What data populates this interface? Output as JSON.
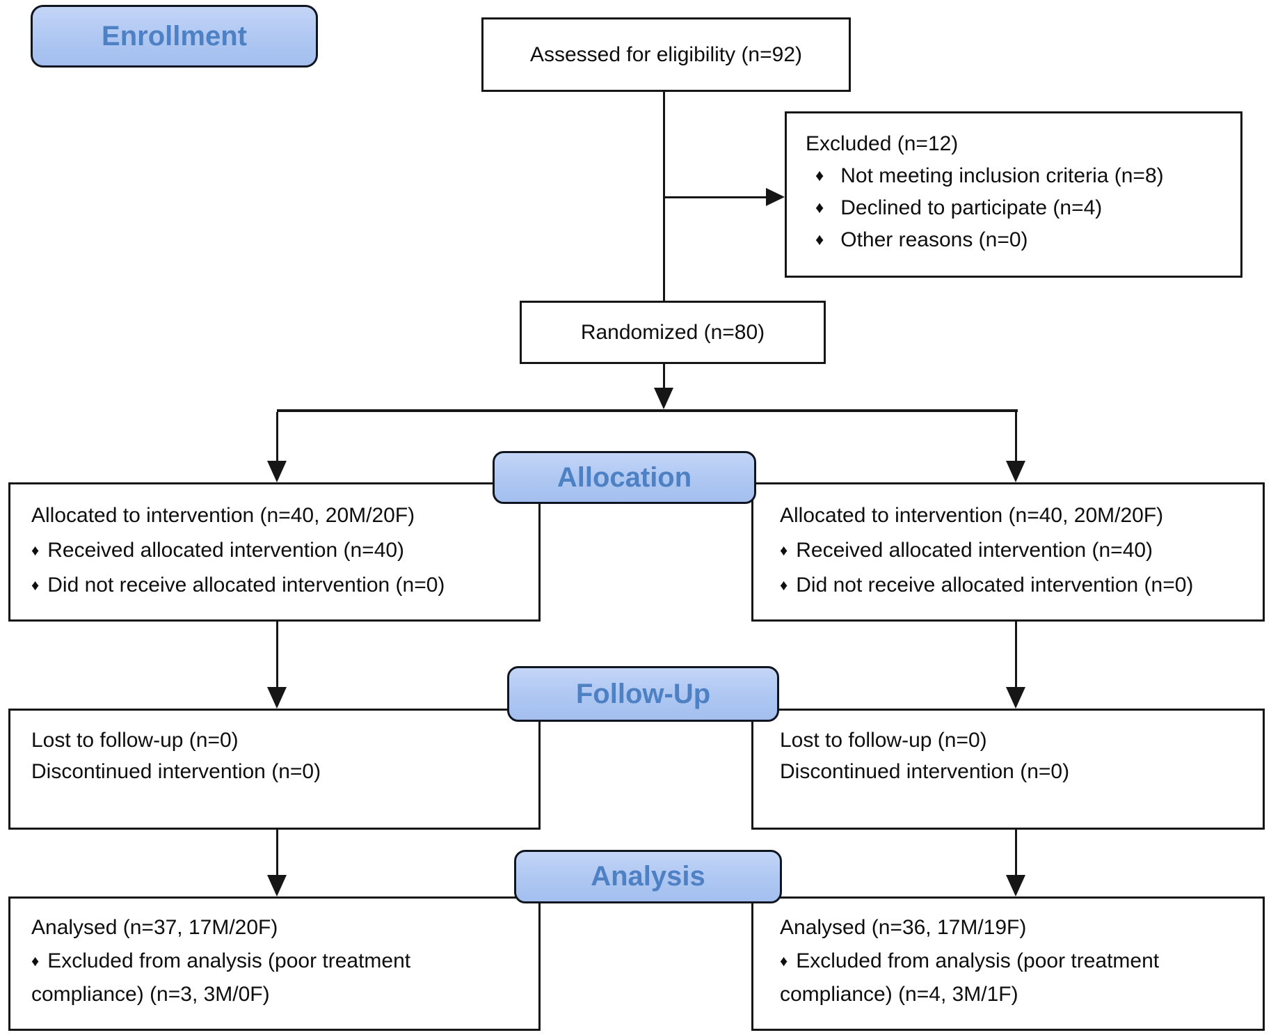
{
  "figure": {
    "kind": "CONSORT participant flow diagram",
    "background": "#ffffff"
  },
  "colors": {
    "stage_label_fill_top": "#c4d5f7",
    "stage_label_fill_bottom": "#a4bfef",
    "stage_label_text": "#4e80c4",
    "stage_label_border": "#10161f",
    "box_border": "#161616",
    "box_text": "#0e0e0e",
    "connector": "#161616"
  },
  "glyphs": {
    "bullet": "♦"
  },
  "stage_labels": {
    "enrollment": "Enrollment",
    "allocation": "Allocation",
    "followup": "Follow-Up",
    "analysis": "Analysis"
  },
  "boxes": {
    "assessed": {
      "text": "Assessed for eligibility (n=92)"
    },
    "excluded": {
      "heading": "Excluded (n=12)",
      "items": [
        "Not meeting inclusion criteria (n=8)",
        "Declined to participate (n=4)",
        "Other reasons (n=0)"
      ]
    },
    "randomized": {
      "text": "Randomized (n=80)"
    },
    "allocation_left": {
      "heading": "Allocated to intervention (n=40, 20M/20F)",
      "items": [
        "Received allocated intervention (n=40)",
        "Did not receive allocated intervention (n=0)"
      ]
    },
    "allocation_right": {
      "heading": "Allocated to intervention (n=40, 20M/20F)",
      "items": [
        "Received allocated intervention (n=40)",
        "Did not receive allocated intervention (n=0)"
      ]
    },
    "followup_left": {
      "lines": [
        "Lost to follow-up (n=0)",
        "Discontinued intervention (n=0)"
      ]
    },
    "followup_right": {
      "lines": [
        "Lost to follow-up (n=0)",
        "Discontinued intervention (n=0)"
      ]
    },
    "analysis_left": {
      "heading": "Analysed (n=37, 17M/20F)",
      "bullet_item": "Excluded from analysis (poor treatment",
      "continuation": "compliance) (n=3, 3M/0F)"
    },
    "analysis_right": {
      "heading": "Analysed (n=36, 17M/19F)",
      "bullet_item": "Excluded from analysis (poor treatment",
      "continuation": "compliance) (n=4, 3M/1F)"
    }
  }
}
